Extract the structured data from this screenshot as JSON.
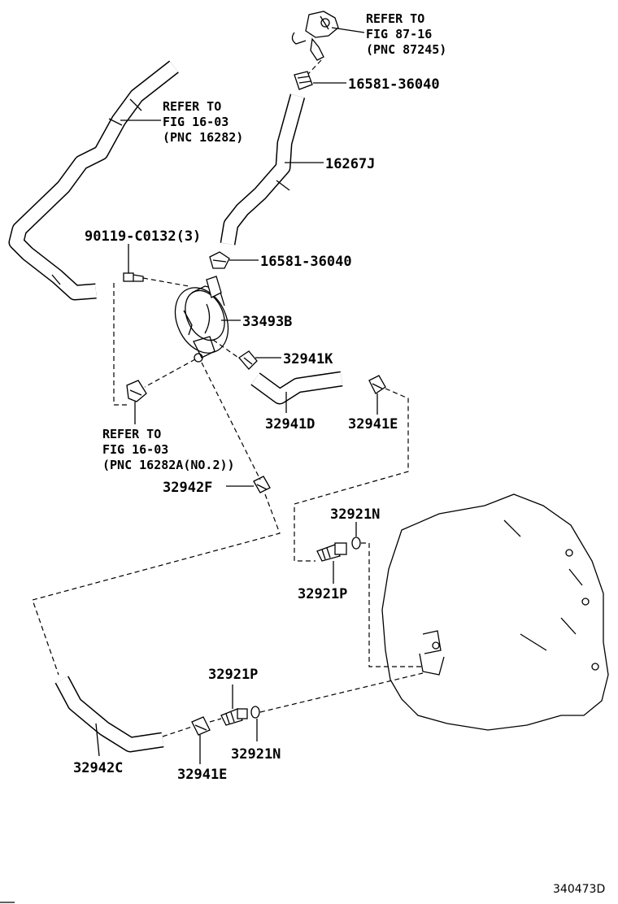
{
  "labels": {
    "refer_87_16": [
      "REFER TO",
      "FIG 87-16",
      "(PNC 87245)"
    ],
    "refer_16_03": [
      "REFER TO",
      "FIG 16-03",
      "(PNC 16282)"
    ],
    "refer_16_03_no2": [
      "REFER TO",
      "FIG 16-03",
      "(PNC 16282A(NO.2))"
    ],
    "p_16581_36040_top": "16581-36040",
    "p_16267J": "16267J",
    "p_90119_C0132": "90119-C0132(3)",
    "p_16581_36040_mid": "16581-36040",
    "p_33493B": "33493B",
    "p_32941K": "32941K",
    "p_32941D": "32941D",
    "p_32941E_right": "32941E",
    "p_32942F": "32942F",
    "p_32921N_upper": "32921N",
    "p_32921P_upper": "32921P",
    "p_32921P_lower": "32921P",
    "p_32942C": "32942C",
    "p_32941E_lower": "32941E",
    "p_32921N_lower": "32921N"
  },
  "figure_code": "340473D"
}
